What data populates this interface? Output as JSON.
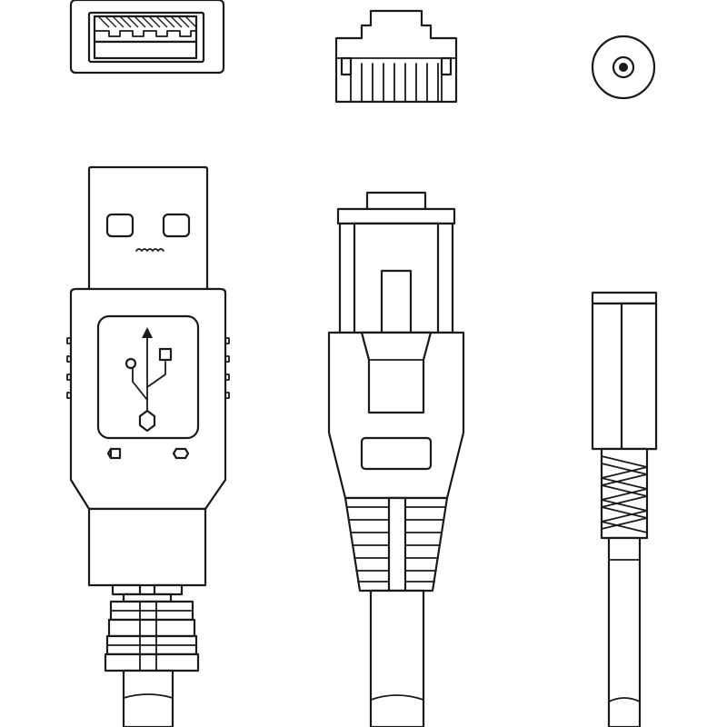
{
  "diagram": {
    "components": [
      {
        "id": "usb-a-receptacle",
        "kind": "socket",
        "connector": "usb-a"
      },
      {
        "id": "rj45-jack",
        "kind": "socket",
        "connector": "rj45"
      },
      {
        "id": "dc-jack",
        "kind": "socket",
        "connector": "barrel"
      },
      {
        "id": "usb-a-plug",
        "kind": "plug",
        "connector": "usb-a",
        "icon": "usb-trident-icon"
      },
      {
        "id": "rj45-plug",
        "kind": "plug",
        "connector": "rj45"
      },
      {
        "id": "barrel-plug",
        "kind": "plug",
        "connector": "barrel"
      }
    ],
    "colors": {
      "line": "#1a1a1a",
      "background": "#ffffff"
    }
  }
}
